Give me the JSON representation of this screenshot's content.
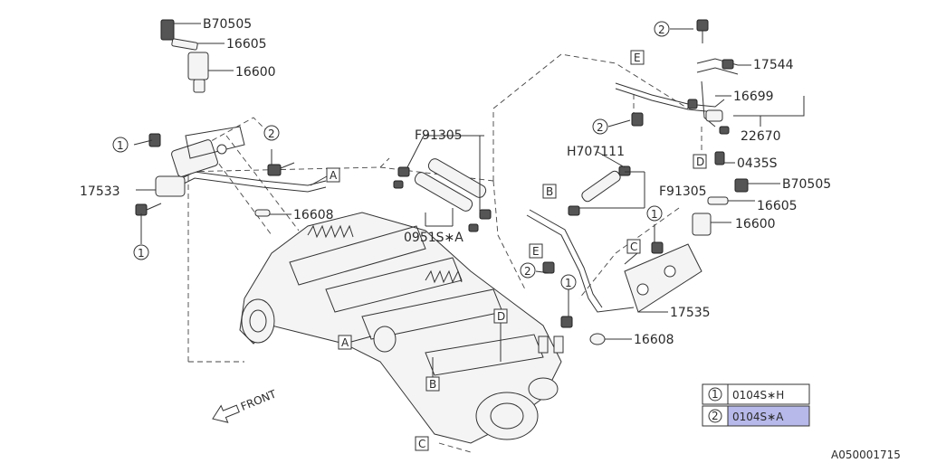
{
  "diagram_id": "A050001715",
  "front_label": "FRONT",
  "part_numbers": {
    "bolt_b70505_left": "B70505",
    "seal_16605_left": "16605",
    "injector_16600_left": "16600",
    "fuel_pipe_17533": "17533",
    "oring_16608_left": "16608",
    "clip_f91305_top": "F91305",
    "hose_0951sa": "0951S∗A",
    "hose_h707111": "H707111",
    "clip_f91305_right": "F91305",
    "fuel_pipe_17544": "17544",
    "part_16699": "16699",
    "part_22670": "22670",
    "part_0435s": "0435S",
    "bolt_b70505_right": "B70505",
    "seal_16605_right": "16605",
    "injector_16600_right": "16600",
    "fuel_pipe_17535": "17535",
    "oring_16608_right": "16608"
  },
  "refs": {
    "A": "A",
    "B": "B",
    "C": "C",
    "D": "D",
    "E": "E",
    "one": "1",
    "two": "2"
  },
  "legend": [
    {
      "key": "1",
      "part": "0104S∗H",
      "highlighted": false
    },
    {
      "key": "2",
      "part": "0104S∗A",
      "highlighted": true
    }
  ],
  "colors": {
    "highlight": "#b7b9ea",
    "ink": "#333333"
  }
}
